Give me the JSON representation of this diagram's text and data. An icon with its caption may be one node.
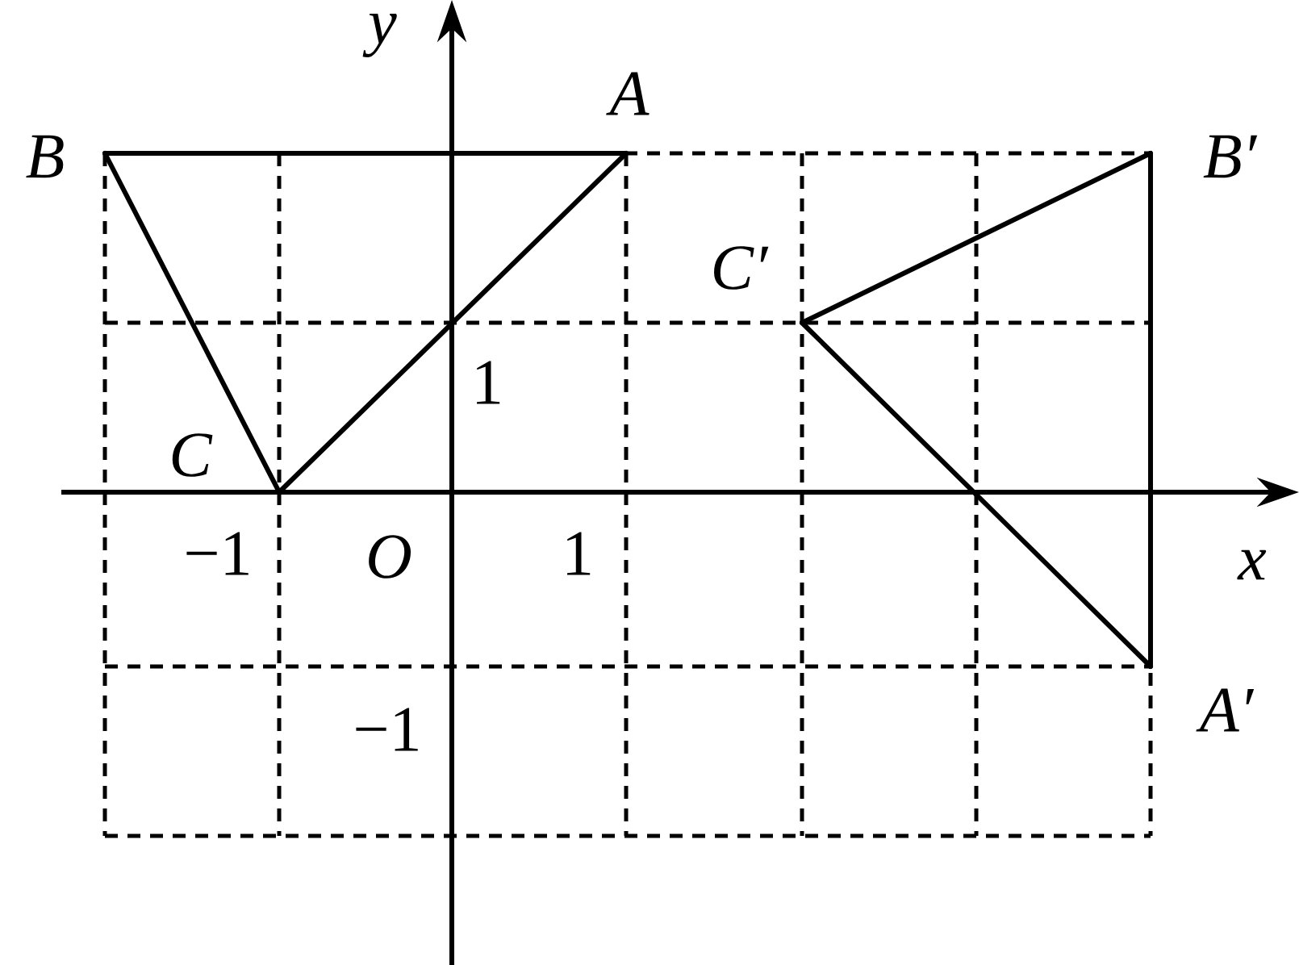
{
  "diagram": {
    "nodes": [
      {
        "text": [],
        "shape": "point",
        "beside": [
          "A"
        ]
      },
      {
        "text": [],
        "shape": "point",
        "beside": [
          "B"
        ]
      },
      {
        "text": [],
        "shape": "point",
        "beside": [
          "C"
        ]
      },
      {
        "text": [],
        "shape": "point",
        "beside": [
          "A′"
        ]
      },
      {
        "text": [],
        "shape": "point",
        "beside": [
          "B′"
        ]
      },
      {
        "text": [],
        "shape": "point",
        "beside": [
          "C′"
        ]
      }
    ],
    "edges": [
      {
        "from": 1,
        "to": 0,
        "arrow": "none"
      },
      {
        "from": 0,
        "to": 2,
        "arrow": "none"
      },
      {
        "from": 2,
        "to": 1,
        "arrow": "none"
      },
      {
        "from": 4,
        "to": 3,
        "arrow": "none"
      },
      {
        "from": 3,
        "to": 5,
        "arrow": "none"
      },
      {
        "from": 5,
        "to": 4,
        "arrow": "none"
      }
    ],
    "labels": [
      "y",
      "1",
      "x",
      "−1",
      "O",
      "1",
      "−1"
    ]
  }
}
